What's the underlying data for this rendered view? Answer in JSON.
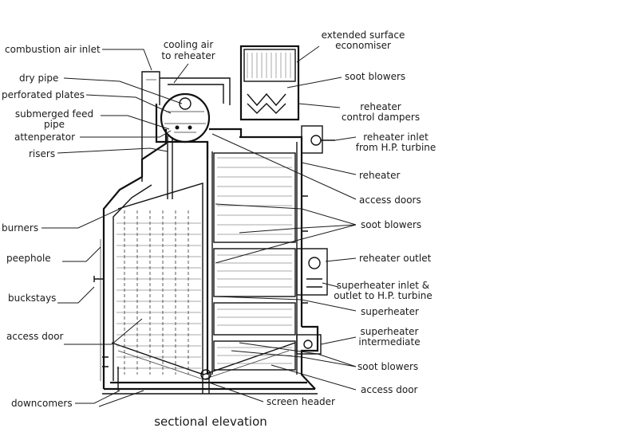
{
  "labels": {
    "combustion_air_inlet": "combustion air inlet",
    "cooling_air_1": "cooling air",
    "cooling_air_2": "to reheater",
    "dry_pipe": "dry pipe",
    "perforated_plates": "perforated plates",
    "submerged_feed_1": "submerged feed",
    "submerged_feed_2": "pipe",
    "attenperator": "attenperator",
    "risers": "risers",
    "burners": "burners",
    "peephole": "peephole",
    "buckstays": "buckstays",
    "access_door_left": "access door",
    "downcomers": "downcomers",
    "economiser_1": "extended surface",
    "economiser_2": "economiser",
    "soot_blowers_top": "soot blowers",
    "reheater_dampers_1": "reheater",
    "reheater_dampers_2": "control dampers",
    "reheater_inlet_1": "reheater inlet",
    "reheater_inlet_2": "from H.P. turbine",
    "reheater": "reheater",
    "access_doors": "access doors",
    "soot_blowers_mid": "soot blowers",
    "reheater_outlet": "reheater outlet",
    "superheater_inlet_1": "superheater inlet &",
    "superheater_inlet_2": "outlet to H.P. turbine",
    "superheater": "superheater",
    "superheater_intermediate_1": "superheater",
    "superheater_intermediate_2": "intermediate",
    "soot_blowers_bottom": "soot blowers",
    "access_door_right": "access door",
    "screen_header": "screen header"
  },
  "caption": "sectional elevation"
}
